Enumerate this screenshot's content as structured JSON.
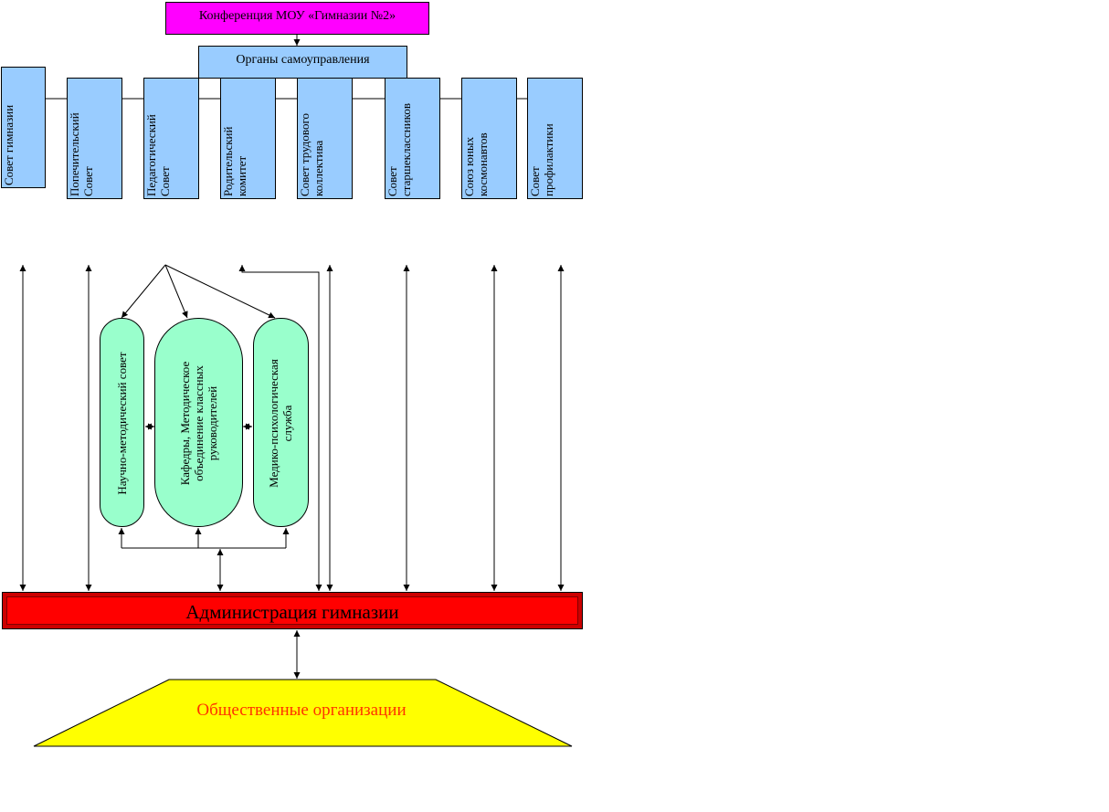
{
  "conference": "Конференция МОУ «Гимназии №2»",
  "self_government": "Органы самоуправления",
  "councils": [
    {
      "label": "Совет гимназии"
    },
    {
      "label": "Попечительский\nСовет"
    },
    {
      "label": "Педагогический\nСовет"
    },
    {
      "label": "Родительский\nкомитет"
    },
    {
      "label": "Совет трудового\nколлектива"
    },
    {
      "label": "Совет\nстаршеклассников"
    },
    {
      "label": "Союз юных\nкосмонавтов"
    },
    {
      "label": "Совет\nпрофилактики"
    }
  ],
  "methodical": [
    {
      "label": "Научно-методический совет"
    },
    {
      "label": "Кафедры, Методическое\nобъединение классных\nруководителей"
    },
    {
      "label": "Медико-психологическая\nслужба"
    }
  ],
  "administration": "Администрация гимназии",
  "public_organizations": "Общественные организации",
  "colors": {
    "conference": "#ff00ff",
    "councils": "#99ccff",
    "methodical": "#99ffcc",
    "administration": "#ff0000",
    "public": "#ffff00",
    "public_text": "#ff3300"
  }
}
